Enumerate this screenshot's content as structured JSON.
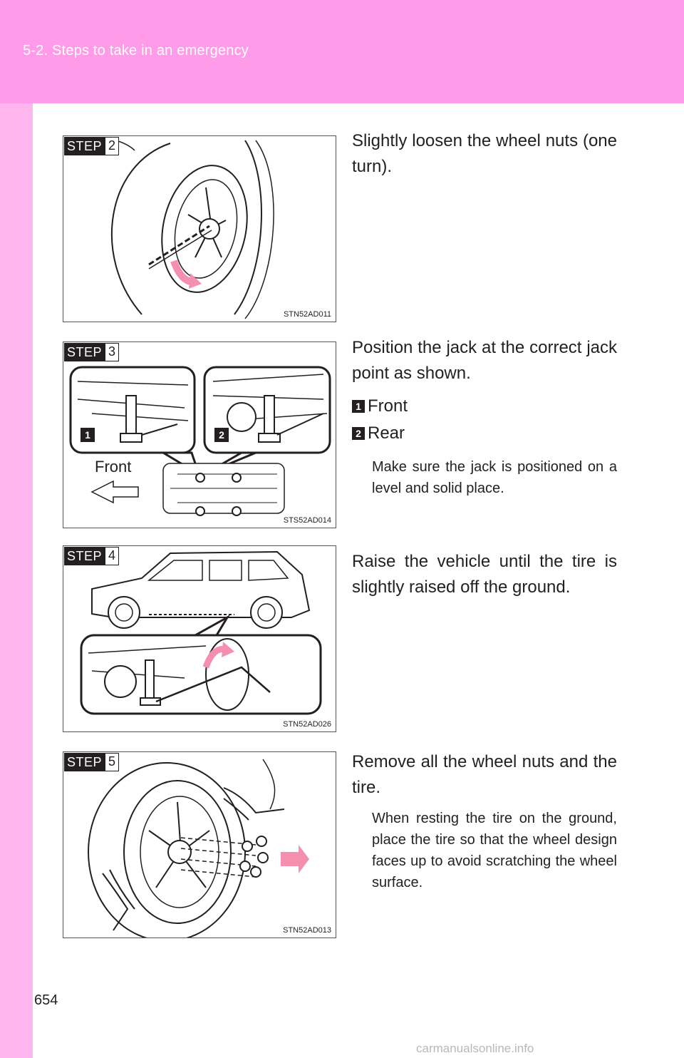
{
  "header": {
    "title": "5-2. Steps to take in an emergency"
  },
  "page_number": "654",
  "watermark": "carmanualsonline.info",
  "step_word": "STEP",
  "steps": [
    {
      "num": "2",
      "code": "STN52AD011",
      "text": "Slightly loosen the wheel nuts (one turn)."
    },
    {
      "num": "3",
      "code": "STS52AD014",
      "text": "Position the jack at the correct jack point as shown.",
      "items": [
        {
          "num": "1",
          "label": "Front"
        },
        {
          "num": "2",
          "label": "Rear"
        }
      ],
      "figure_label": "Front",
      "note": "Make sure the jack is positioned on a level and solid place."
    },
    {
      "num": "4",
      "code": "STN52AD026",
      "text": "Raise the vehicle until the tire is slightly raised off the ground."
    },
    {
      "num": "5",
      "code": "STN52AD013",
      "text": "Remove all the wheel nuts and the tire.",
      "note": "When resting the tire on the ground, place the tire so that the wheel design faces up to avoid scratching the wheel surface."
    }
  ]
}
